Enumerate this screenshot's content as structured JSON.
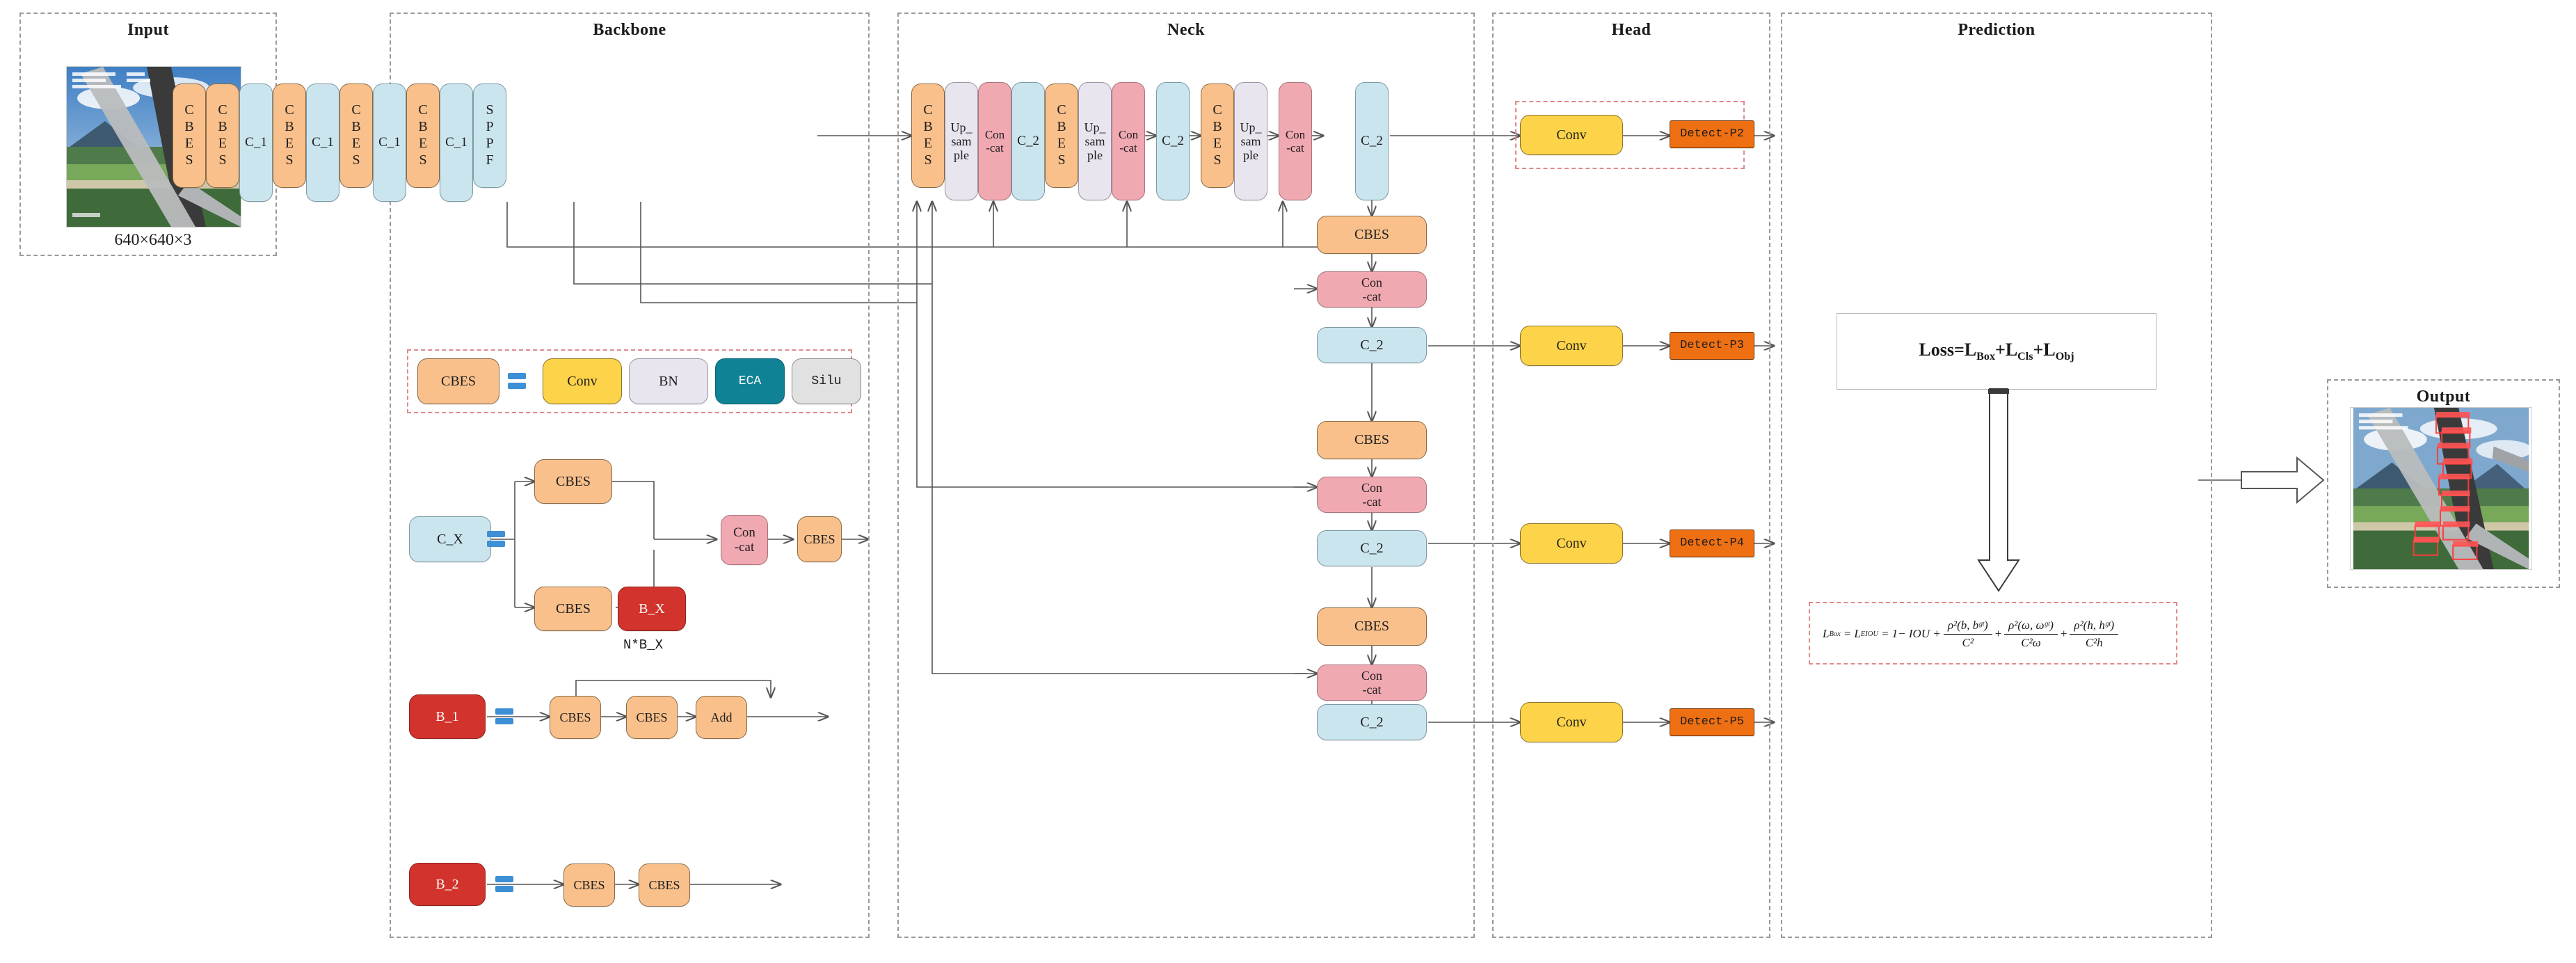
{
  "panels": {
    "input": {
      "title": "Input"
    },
    "backbone": {
      "title": "Backbone"
    },
    "neck": {
      "title": "Neck"
    },
    "head": {
      "title": "Head"
    },
    "prediction": {
      "title": "Prediction"
    },
    "output": {
      "title": "Output"
    }
  },
  "input": {
    "image_caption": "640×640×3",
    "image_alt": "bridge-truss-photo"
  },
  "output": {
    "image_alt": "bridge-truss-photo-with-detections",
    "detection_box_color": "#ff3a3a"
  },
  "backbone": {
    "blocks": [
      {
        "label": "CBES",
        "type": "cbes"
      },
      {
        "label": "CBES",
        "type": "cbes"
      },
      {
        "label": "C_1",
        "type": "c1"
      },
      {
        "label": "CBES",
        "type": "cbes"
      },
      {
        "label": "C_1",
        "type": "c1"
      },
      {
        "label": "CBES",
        "type": "cbes"
      },
      {
        "label": "C_1",
        "type": "c1"
      },
      {
        "label": "CBES",
        "type": "cbes"
      },
      {
        "label": "C_1",
        "type": "c1"
      },
      {
        "label": "SPPF",
        "type": "sppf"
      }
    ]
  },
  "neck": {
    "top_row": [
      {
        "label": "CBES",
        "type": "cbes"
      },
      {
        "label": "Up_sample",
        "type": "upsample"
      },
      {
        "label": "Con-cat",
        "type": "concat"
      },
      {
        "label": "C_2",
        "type": "c2"
      },
      {
        "label": "CBES",
        "type": "cbes"
      },
      {
        "label": "Up_sample",
        "type": "upsample"
      },
      {
        "label": "Con-cat",
        "type": "concat"
      },
      {
        "label": "C_2",
        "type": "c2"
      },
      {
        "label": "CBES",
        "type": "cbes"
      },
      {
        "label": "Up_sample",
        "type": "upsample"
      },
      {
        "label": "Con-cat",
        "type": "concat"
      },
      {
        "label": "C_2",
        "type": "c2"
      }
    ],
    "down_stages": [
      {
        "cbes": "CBES",
        "concat": "Con-cat",
        "c2": "C_2"
      },
      {
        "cbes": "CBES",
        "concat": "Con-cat",
        "c2": "C_2"
      },
      {
        "cbes": "CBES",
        "concat": "Con-cat",
        "c2": "C_2"
      }
    ]
  },
  "head": {
    "rows": [
      {
        "conv": "Conv",
        "detect": "Detect-P2",
        "highlighted": true
      },
      {
        "conv": "Conv",
        "detect": "Detect-P3",
        "highlighted": false
      },
      {
        "conv": "Conv",
        "detect": "Detect-P4",
        "highlighted": false
      },
      {
        "conv": "Conv",
        "detect": "Detect-P5",
        "highlighted": false
      }
    ]
  },
  "prediction": {
    "loss_label": "Loss=",
    "loss_terms": [
      "L",
      "Box",
      "+L",
      "Cls",
      "+L",
      "Obj"
    ],
    "loss_text": "Loss=L_Box+L_Cls+L_Obj",
    "eiou": {
      "lhs1": "L",
      "lhs1_sub": "Box",
      "lhs2": "L",
      "lhs2_sub": "EIOU",
      "body": "= 1− IOU +",
      "terms": [
        {
          "num": "ρ²(b, bᵍᵗ)",
          "den": "C²"
        },
        {
          "num": "ρ²(ω, ωᵍᵗ)",
          "den": "C²ω"
        },
        {
          "num": "ρ²(h, hᵍᵗ)",
          "den": "C²h"
        }
      ],
      "full_text": "L_Box = L_EIOU = 1 - IOU + ρ²(b,b^gt)/C² + ρ²(ω,ω^gt)/Cω² + ρ²(h,h^gt)/Ch²"
    }
  },
  "legend": {
    "cbes": {
      "key": "CBES",
      "equals": "=",
      "parts": [
        {
          "label": "Conv",
          "type": "conv"
        },
        {
          "label": "BN",
          "type": "bn"
        },
        {
          "label": "ECA",
          "type": "eca"
        },
        {
          "label": "Silu",
          "type": "silu"
        }
      ]
    },
    "cx": {
      "key": "C_X",
      "equals": "=",
      "branch_top": [
        {
          "label": "CBES",
          "type": "cbes"
        }
      ],
      "branch_bottom": [
        {
          "label": "CBES",
          "type": "cbes"
        },
        {
          "label": "B_X",
          "type": "bx"
        }
      ],
      "bottom_note": "N*B_X",
      "merge": [
        {
          "label": "Con-cat",
          "type": "concat"
        },
        {
          "label": "CBES",
          "type": "cbes"
        }
      ]
    },
    "b1": {
      "key": "B_1",
      "equals": "=",
      "chain": [
        {
          "label": "CBES",
          "type": "cbes"
        },
        {
          "label": "CBES",
          "type": "cbes"
        },
        {
          "label": "Add",
          "type": "add"
        }
      ],
      "has_skip": true
    },
    "b2": {
      "key": "B_2",
      "equals": "=",
      "chain": [
        {
          "label": "CBES",
          "type": "cbes"
        },
        {
          "label": "CBES",
          "type": "cbes"
        }
      ],
      "has_skip": false
    }
  },
  "colors": {
    "cbes": "#f9c08b",
    "c_block": "#cbe5ee",
    "concat": "#f0a8b1",
    "upsample": "#e9e5ef",
    "conv": "#fcd349",
    "eca": "#0f8296",
    "silu": "#e1e1e1",
    "bn": "#e9e5ef",
    "b_block": "#d2332c",
    "detect": "#ef7012",
    "panel_border": "#9a9a9a",
    "highlight_border": "#e08a8a",
    "equals_bar": "#3d8fd6"
  }
}
